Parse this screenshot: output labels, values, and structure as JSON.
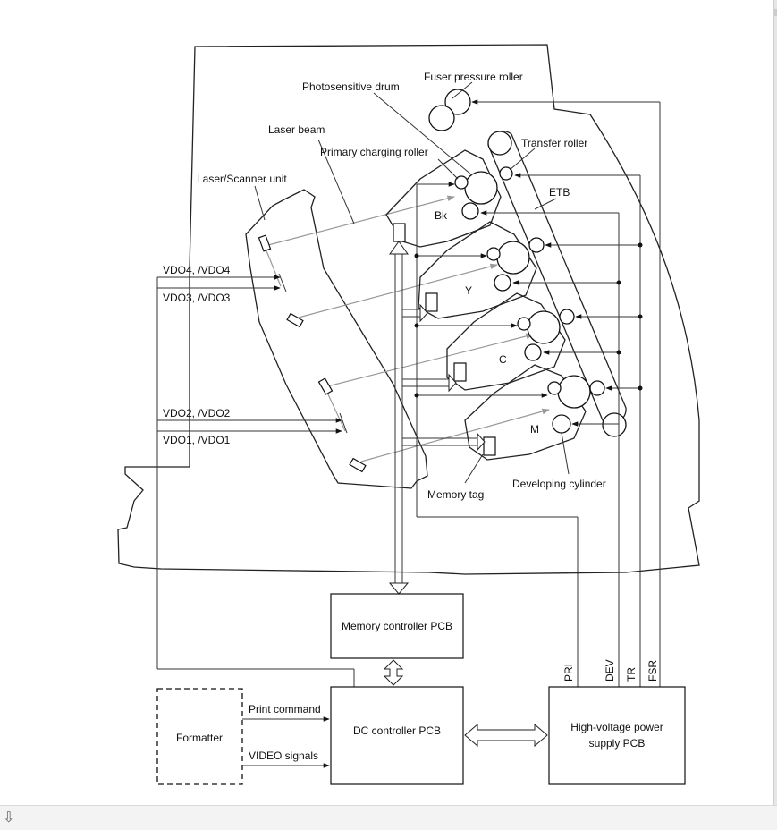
{
  "labels": {
    "fuser_pressure_roller": "Fuser pressure roller",
    "photosensitive_drum": "Photosensitive drum",
    "laser_beam": "Laser beam",
    "primary_charging_roller": "Primary charging roller",
    "transfer_roller": "Transfer roller",
    "laser_scanner_unit": "Laser/Scanner unit",
    "etb": "ETB",
    "bk": "Bk",
    "y": "Y",
    "c": "C",
    "m": "M",
    "vdo4": "VDO4, /VDO4",
    "vdo3": "VDO3, /VDO3",
    "vdo2": "VDO2, /VDO2",
    "vdo1": "VDO1, /VDO1",
    "memory_tag": "Memory tag",
    "developing_cylinder": "Developing cylinder",
    "pri": "PRI",
    "dev": "DEV",
    "tr": "TR",
    "fsr": "FSR"
  },
  "boxes": {
    "memory_controller": "Memory controller PCB",
    "formatter": "Formatter",
    "dc_controller": "DC controller PCB",
    "hv_line1": "High-voltage power",
    "hv_line2": "supply PCB"
  },
  "signals": {
    "print_command": "Print command",
    "video_signals": "VIDEO signals"
  },
  "ui": {
    "download_icon": "⇩"
  }
}
